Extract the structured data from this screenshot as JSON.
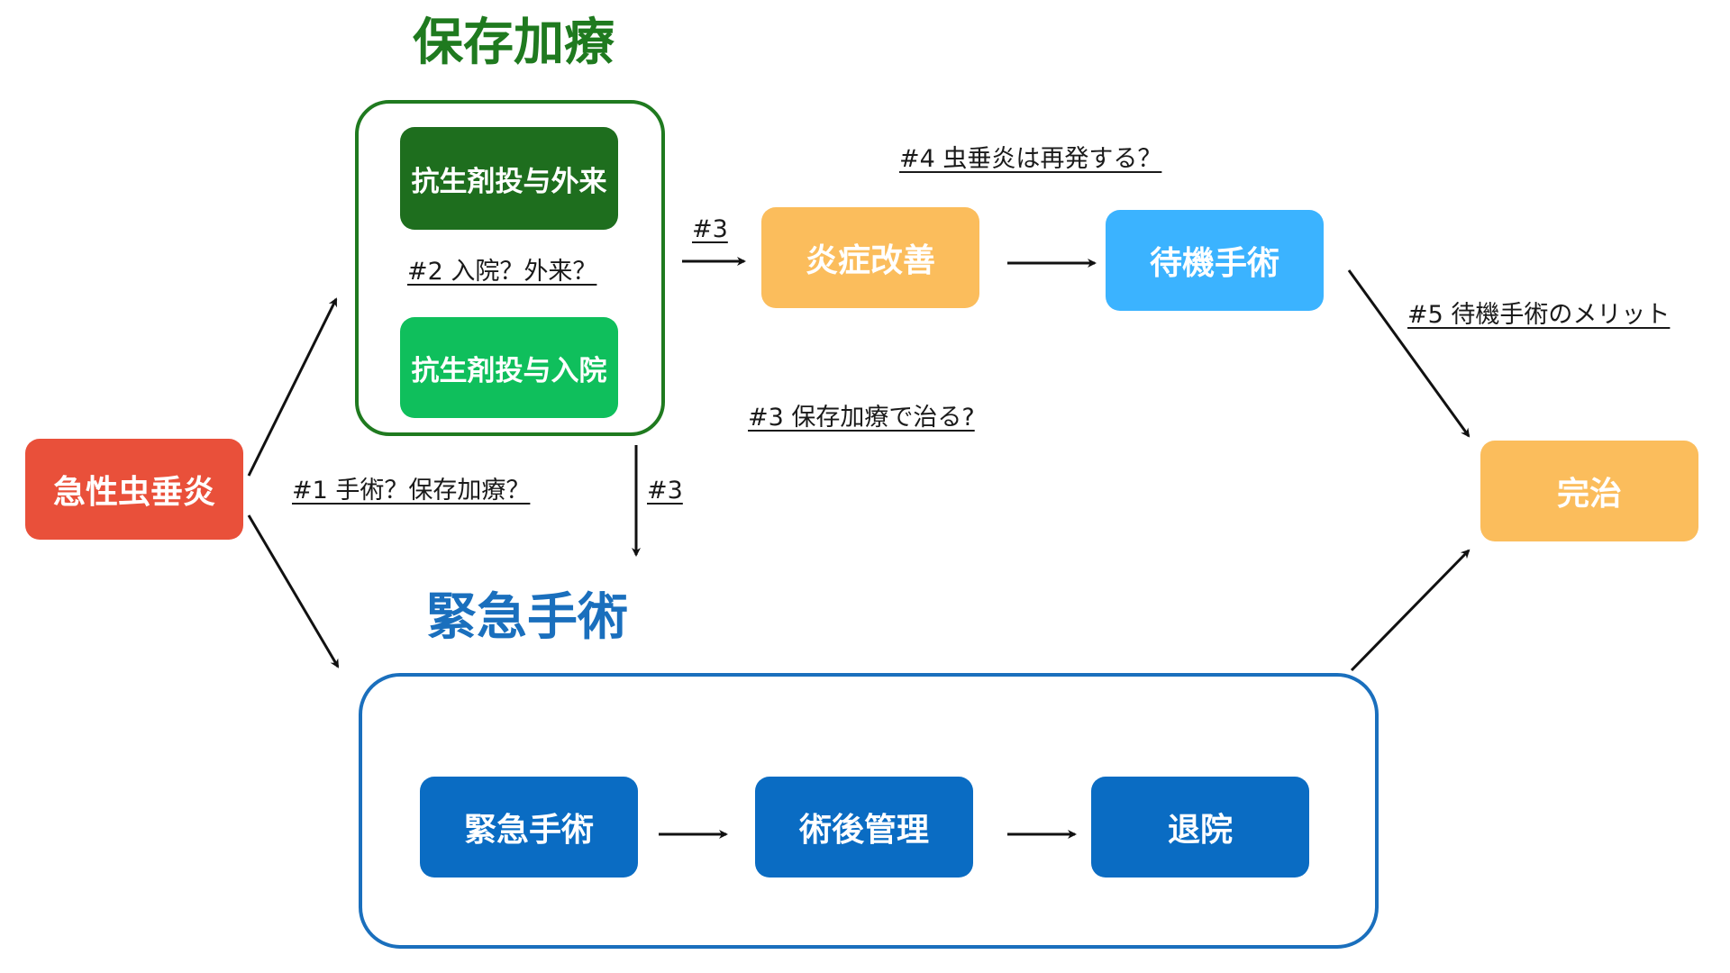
{
  "headings": {
    "conservative": "保存加療",
    "emergency_surgery": "緊急手術"
  },
  "nodes": {
    "acute_appendicitis": "急性虫垂炎",
    "antibiotics_outpatient": "抗生剤投与外来",
    "antibiotics_inpatient": "抗生剤投与入院",
    "inflammation_improved": "炎症改善",
    "interval_surgery": "待機手術",
    "cured": "完治",
    "emergency_surgery": "緊急手術",
    "postop_management": "術後管理",
    "discharge": "退院"
  },
  "notes": {
    "q1": "#1 手術？保存加療？",
    "q2": "#2 入院？外来？",
    "q3_to_improve": "#3",
    "q3_to_surgery": "#3",
    "q3_cure": "#3 保存加療で治る?",
    "q4": "#4 虫垂炎は再発する？",
    "q5": "#5 待機手術のメリット"
  },
  "colors": {
    "conservative_heading": "#1f7a1f",
    "emergency_heading": "#1a6fbd",
    "conservative_frame": "#1f7a1f",
    "emergency_frame": "#1a6fbd",
    "acute_node": "#e9503a",
    "antibiotics_outpatient_node": "#1e6e1e",
    "antibiotics_inpatient_node": "#0fbf5c",
    "improve_node": "#fbbd5c",
    "interval_node": "#3bb3ff",
    "cured_node": "#fbbd5c",
    "emergency_nodes": "#0a6cc3",
    "arrow": "#111111"
  }
}
